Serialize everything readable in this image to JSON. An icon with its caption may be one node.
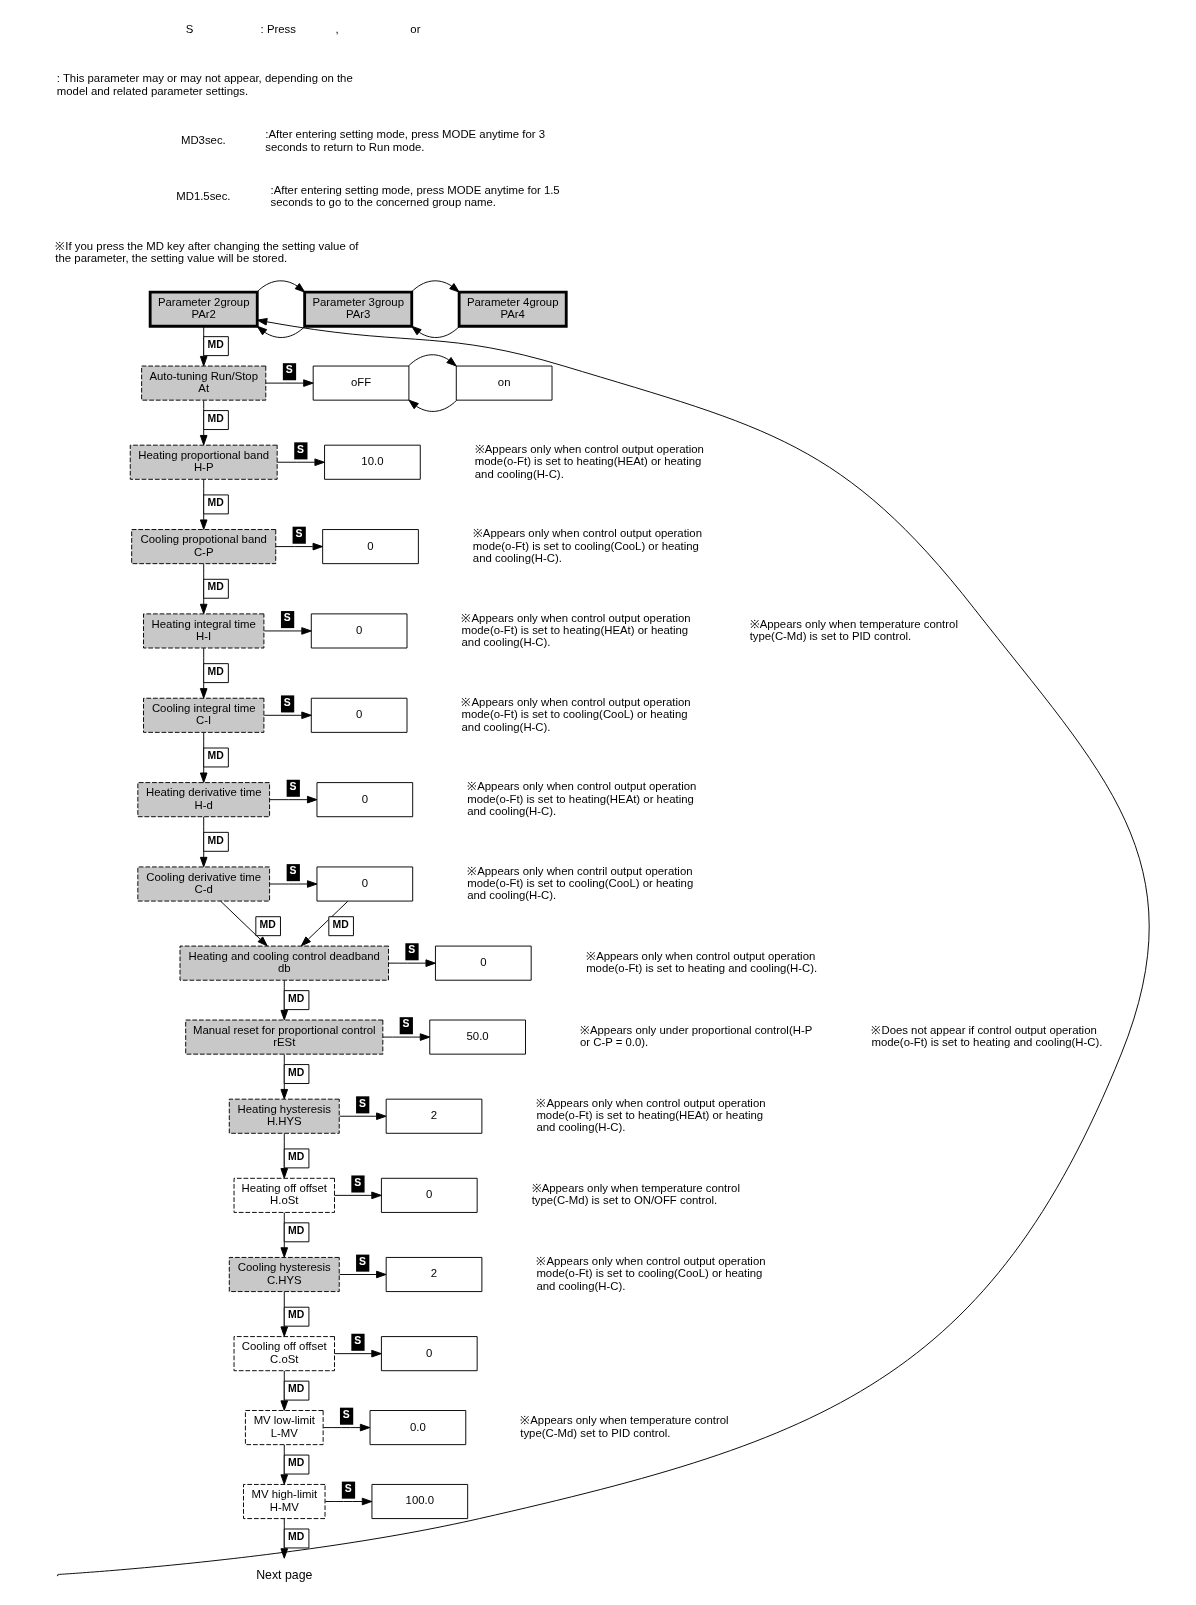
{
  "diagram": {
    "nodes": [
      {
        "text": [
          "Parameter 2group",
          "PAr2"
        ]
      },
      {
        "text": [
          "Parameter 3group",
          "PAr3"
        ]
      },
      {
        "text": [
          "Parameter 4group",
          "PAr4"
        ]
      },
      {
        "text": [
          "Auto-tuning Run/Stop",
          "At"
        ]
      },
      {
        "text": [
          "oFF"
        ]
      },
      {
        "text": [
          "on"
        ]
      },
      {
        "text": [
          "Heating proportional band",
          "H-P"
        ]
      },
      {
        "text": [
          "10.0"
        ]
      },
      {
        "text": [
          "Cooling propotional band",
          "C-P"
        ]
      },
      {
        "text": [
          "0"
        ]
      },
      {
        "text": [
          "Heating integral time",
          "H-I"
        ]
      },
      {
        "text": [
          "0"
        ]
      },
      {
        "text": [
          "Cooling integral time",
          "C-I"
        ]
      },
      {
        "text": [
          "0"
        ]
      },
      {
        "text": [
          "Heating derivative time",
          "H-d"
        ]
      },
      {
        "text": [
          "0"
        ]
      },
      {
        "text": [
          "Cooling derivative time",
          "C-d"
        ]
      },
      {
        "text": [
          "0"
        ]
      },
      {
        "text": [
          "Heating and cooling control deadband",
          "db"
        ]
      },
      {
        "text": [
          "0"
        ]
      },
      {
        "text": [
          "Manual reset for proportional control",
          "rESt"
        ]
      },
      {
        "text": [
          "50.0"
        ]
      },
      {
        "text": [
          "Heating hysteresis",
          "H.HYS"
        ]
      },
      {
        "text": [
          "2"
        ]
      },
      {
        "text": [
          "Heating off offset",
          "H.oSt"
        ]
      },
      {
        "text": [
          "0"
        ]
      },
      {
        "text": [
          "Cooling hysteresis",
          "C.HYS"
        ]
      },
      {
        "text": [
          "2"
        ]
      },
      {
        "text": [
          "Cooling off offset",
          "C.oSt"
        ]
      },
      {
        "text": [
          "0"
        ]
      },
      {
        "text": [
          "MV low-limit",
          "L-MV"
        ]
      },
      {
        "text": [
          "0.0"
        ]
      },
      {
        "text": [
          "MV high-limit",
          "H-MV"
        ]
      },
      {
        "text": [
          "100.0"
        ]
      },
      {
        "text": [
          "Next page"
        ]
      }
    ],
    "edges": [
      {
        "from": 0,
        "to": 1,
        "arrow": "to"
      },
      {
        "from": 1,
        "to": 0,
        "arrow": "to"
      },
      {
        "from": 1,
        "to": 2,
        "arrow": "to"
      },
      {
        "from": 2,
        "to": 1,
        "arrow": "to"
      },
      {
        "from": null,
        "to": 0,
        "arrow": "to"
      },
      {
        "from": 0,
        "to": 3,
        "arrow": "to",
        "label": "MD"
      },
      {
        "from": 3,
        "to": 4,
        "arrow": "to",
        "label": "S"
      },
      {
        "from": 4,
        "to": 5,
        "arrow": "to"
      },
      {
        "from": 5,
        "to": 4,
        "arrow": "to"
      },
      {
        "from": 3,
        "to": 6,
        "arrow": "to",
        "label": "MD"
      },
      {
        "from": 6,
        "to": 7,
        "arrow": "to",
        "label": "S"
      },
      {
        "from": 6,
        "to": 8,
        "arrow": "to",
        "label": "MD"
      },
      {
        "from": 8,
        "to": 9,
        "arrow": "to",
        "label": "S"
      },
      {
        "from": 8,
        "to": 10,
        "arrow": "to",
        "label": "MD"
      },
      {
        "from": 10,
        "to": 11,
        "arrow": "to",
        "label": "S"
      },
      {
        "from": 10,
        "to": 12,
        "arrow": "to",
        "label": "MD"
      },
      {
        "from": 12,
        "to": 13,
        "arrow": "to",
        "label": "S"
      },
      {
        "from": 12,
        "to": 14,
        "arrow": "to",
        "label": "MD"
      },
      {
        "from": 14,
        "to": 15,
        "arrow": "to",
        "label": "S"
      },
      {
        "from": 14,
        "to": 16,
        "arrow": "to",
        "label": "MD"
      },
      {
        "from": 16,
        "to": 17,
        "arrow": "to",
        "label": "S"
      },
      {
        "from": 16,
        "to": 18,
        "arrow": "to",
        "label": "MD"
      },
      {
        "from": 17,
        "to": 18,
        "arrow": "to",
        "label": "MD"
      },
      {
        "from": 18,
        "to": 19,
        "arrow": "to",
        "label": "S"
      },
      {
        "from": 18,
        "to": 20,
        "arrow": "to",
        "label": "MD"
      },
      {
        "from": 20,
        "to": 21,
        "arrow": "to",
        "label": "S"
      },
      {
        "from": 20,
        "to": 22,
        "arrow": "to",
        "label": "MD"
      },
      {
        "from": 22,
        "to": 23,
        "arrow": "to",
        "label": "S"
      },
      {
        "from": 22,
        "to": 24,
        "arrow": "to",
        "label": "MD"
      },
      {
        "from": 24,
        "to": 25,
        "arrow": "to",
        "label": "S"
      },
      {
        "from": 24,
        "to": 26,
        "arrow": "to",
        "label": "MD"
      },
      {
        "from": 26,
        "to": 27,
        "arrow": "to",
        "label": "S"
      },
      {
        "from": 26,
        "to": 28,
        "arrow": "to",
        "label": "MD"
      },
      {
        "from": 28,
        "to": 29,
        "arrow": "to",
        "label": "S"
      },
      {
        "from": 28,
        "to": 30,
        "arrow": "to",
        "label": "MD"
      },
      {
        "from": 30,
        "to": 31,
        "arrow": "to",
        "label": "S"
      },
      {
        "from": 30,
        "to": 32,
        "arrow": "to",
        "label": "MD"
      },
      {
        "from": 32,
        "to": 33,
        "arrow": "to",
        "label": "S"
      },
      {
        "from": 32,
        "to": 34,
        "arrow": "to",
        "label": "MD"
      }
    ],
    "labels": [
      "S",
      ": Press",
      ",",
      "or",
      ": This parameter may or may not appear, depending on the model and related parameter settings.",
      "MD3sec.",
      ":After entering setting mode, press MODE anytime for 3 seconds to return to Run mode.",
      "MD1.5sec.",
      ":After entering setting mode, press MODE anytime for 1.5 seconds to go to the concerned group name.",
      "※If you press the MD key after changing the setting value of the parameter, the setting value will be stored.",
      "※Appears only when control output operation mode(o-Ft) is set to heating(HEAt) or heating and cooling(H-C).",
      "※Appears only when control output operation mode(o-Ft) is set to cooling(CooL) or heating and cooling(H-C).",
      "※Appears only when control output operation mode(o-Ft) is set to heating(HEAt) or heating and cooling(H-C).",
      "※Appears only when temperature control type(C-Md) is set to PID control.",
      "※Appears only when control output operation mode(o-Ft) is set to cooling(CooL) or heating and cooling(H-C).",
      "※Appears only when control output operation mode(o-Ft) is set to heating(HEAt) or heating and cooling(H-C).",
      "※Appears only when contril output operation mode(o-Ft) is set to cooling(CooL) or heating and cooling(H-C).",
      "※Appears only when control output operation mode(o-Ft) is set to heating and cooling(H-C).",
      "※Appears only under proportional control(H-P or C-P = 0.0).",
      "※Does not appear if control output operation mode(o-Ft) is set to heating and cooling(H-C).",
      "※Appears only when control output operation mode(o-Ft) is set to heating(HEAt) or heating and cooling(H-C).",
      "※Appears only when temperature control type(C-Md) is set to ON/OFF control.",
      "※Appears only when control output operation mode(o-Ft) is set to cooling(CooL) or heating and cooling(H-C).",
      "※Appears only when temperature control type(C-Md) set to PID control."
    ]
  }
}
